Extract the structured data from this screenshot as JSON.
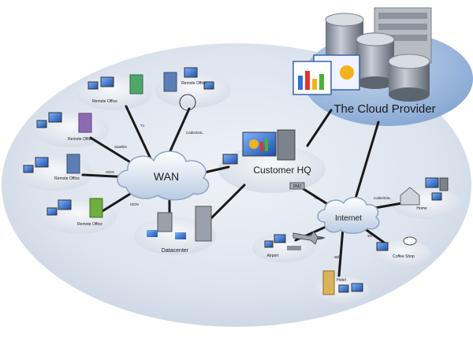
{
  "labels": {
    "wan": "WAN",
    "internet": "Internet",
    "customer_hq": "Customer HQ",
    "cloud_provider": "The Cloud Provider",
    "datacenter": "Datacenter",
    "remote_office": "Remote Office",
    "home": "Home",
    "airport": "Airport",
    "hotel": "Hotel",
    "coffee_shop": "Coffee Shop",
    "dmz": "DMZ"
  },
  "links": {
    "t1_a": "T1",
    "cable_dsl_a": "Cable/DSL",
    "satellite": "Satellite",
    "isdn_a": "ISDN",
    "isdn_b": "ISDN",
    "t1_b": "T1",
    "cable_dsl_b": "Cable/DSL",
    "wifi_a": "Wifi",
    "wifi_b": "Wifi",
    "three_g": "3G"
  },
  "colors": {
    "ellipse": "#d8e1ec",
    "cloud_bubble": "#9db9dc",
    "site_pad": "#e9edf2",
    "line": "#1a1a1a"
  }
}
